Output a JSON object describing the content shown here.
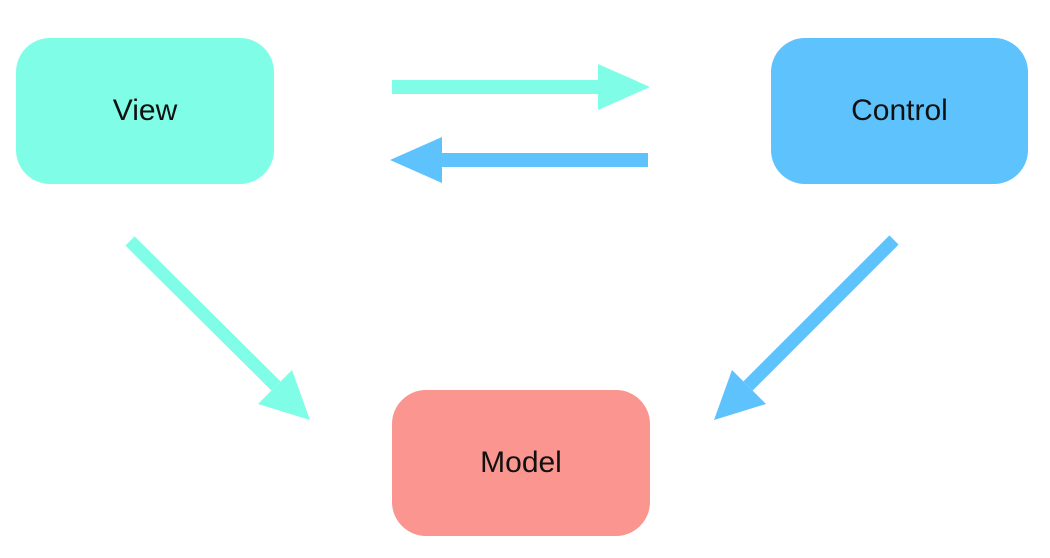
{
  "nodes": {
    "view": {
      "label": "View",
      "color": "#7ffde6"
    },
    "control": {
      "label": "Control",
      "color": "#5ec2fd"
    },
    "model": {
      "label": "Model",
      "color": "#fa958f"
    }
  },
  "edges": [
    {
      "from": "view",
      "to": "control",
      "color": "#7ffde6"
    },
    {
      "from": "control",
      "to": "view",
      "color": "#5ec2fd"
    },
    {
      "from": "view",
      "to": "model",
      "color": "#7ffde6"
    },
    {
      "from": "control",
      "to": "model",
      "color": "#5ec2fd"
    }
  ]
}
